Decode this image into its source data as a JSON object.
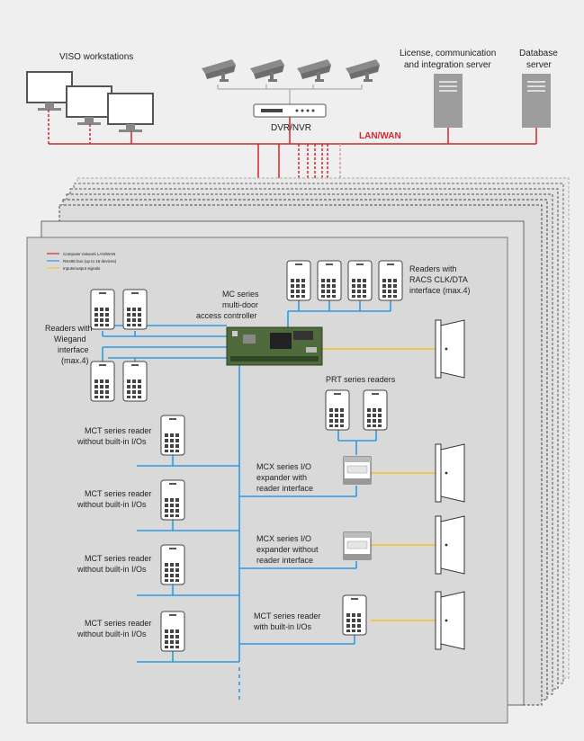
{
  "top": {
    "workstations_label": "VISO workstations",
    "dvr_label": "DVR/NVR",
    "license_label_1": "License, communication",
    "license_label_2": "and integration server",
    "db_label_1": "Database",
    "db_label_2": "server",
    "lan_label": "LAN/WAN"
  },
  "legend": {
    "items": [
      {
        "label": "Computer network LAN/WAN",
        "color": "#d5262f"
      },
      {
        "label": "RS485 bus (up to 16 devices)",
        "color": "#2b9be0"
      },
      {
        "label": "Inputs/output signals",
        "color": "#f0c53a"
      }
    ]
  },
  "main": {
    "controller_1": "MC series",
    "controller_2": "multi-door",
    "controller_3": "access controller",
    "racs_1": "Readers with",
    "racs_2": "RACS CLK/DTA",
    "racs_3": "interface (max.4)",
    "wiegand_1": "Readers with",
    "wiegand_2": "Wiegand",
    "wiegand_3": "interface",
    "wiegand_4": "(max.4)",
    "prt_label": "PRT series readers",
    "mct_no_io_1": "MCT series reader",
    "mct_no_io_2": "without built-in I/Os",
    "mcx_reader_1": "MCX series I/O",
    "mcx_reader_2": "expander with",
    "mcx_reader_3": "reader interface",
    "mcx_noreader_1": "MCX series I/O",
    "mcx_noreader_2": "expander without",
    "mcx_noreader_3": "reader interface",
    "mct_io_1": "MCT series reader",
    "mct_io_2": "with built-in I/Os"
  },
  "colors": {
    "lan": "#d5262f",
    "rs485": "#2b9be0",
    "io": "#f0c53a",
    "panel": "#d9d9d9"
  }
}
